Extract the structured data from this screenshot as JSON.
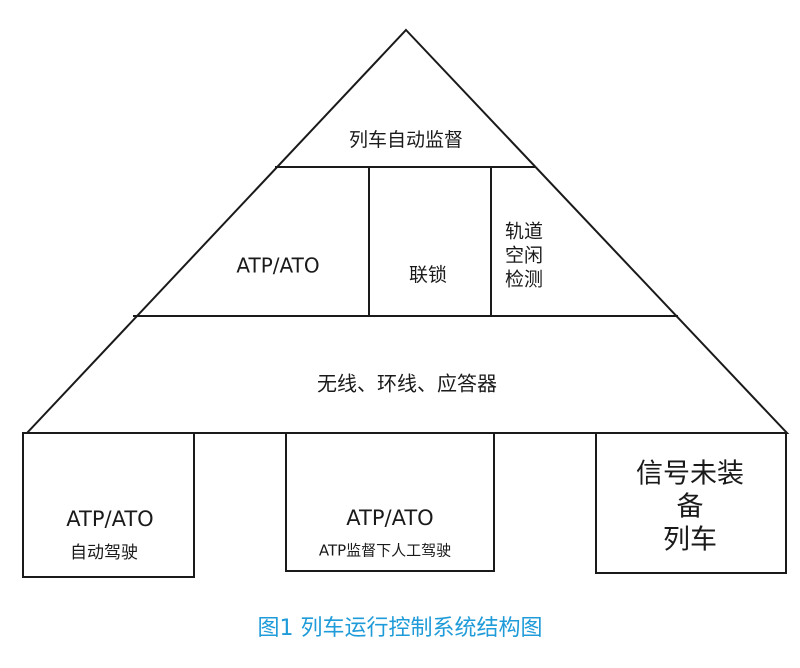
{
  "pyramid": {
    "top_layer": "列车自动监督",
    "middle_layer": {
      "atp_ato": "ATP/ATO",
      "interlocking": "联锁",
      "track_detection": [
        "轨道",
        "空闲",
        "检测"
      ]
    },
    "bottom_layer": "无线、环线、应答器"
  },
  "trains": [
    {
      "title": "ATP/ATO",
      "subtitle": "自动驾驶"
    },
    {
      "title": "ATP/ATO",
      "subtitle": "ATP监督下人工驾驶"
    },
    {
      "title_lines": [
        "信号未装备",
        "列车"
      ]
    }
  ],
  "caption": "图1 列车运行控制系统结构图",
  "colors": {
    "line": "#1a1a1a",
    "text": "#1a1a1a",
    "caption": "#1e9bd8",
    "background": "#ffffff"
  }
}
